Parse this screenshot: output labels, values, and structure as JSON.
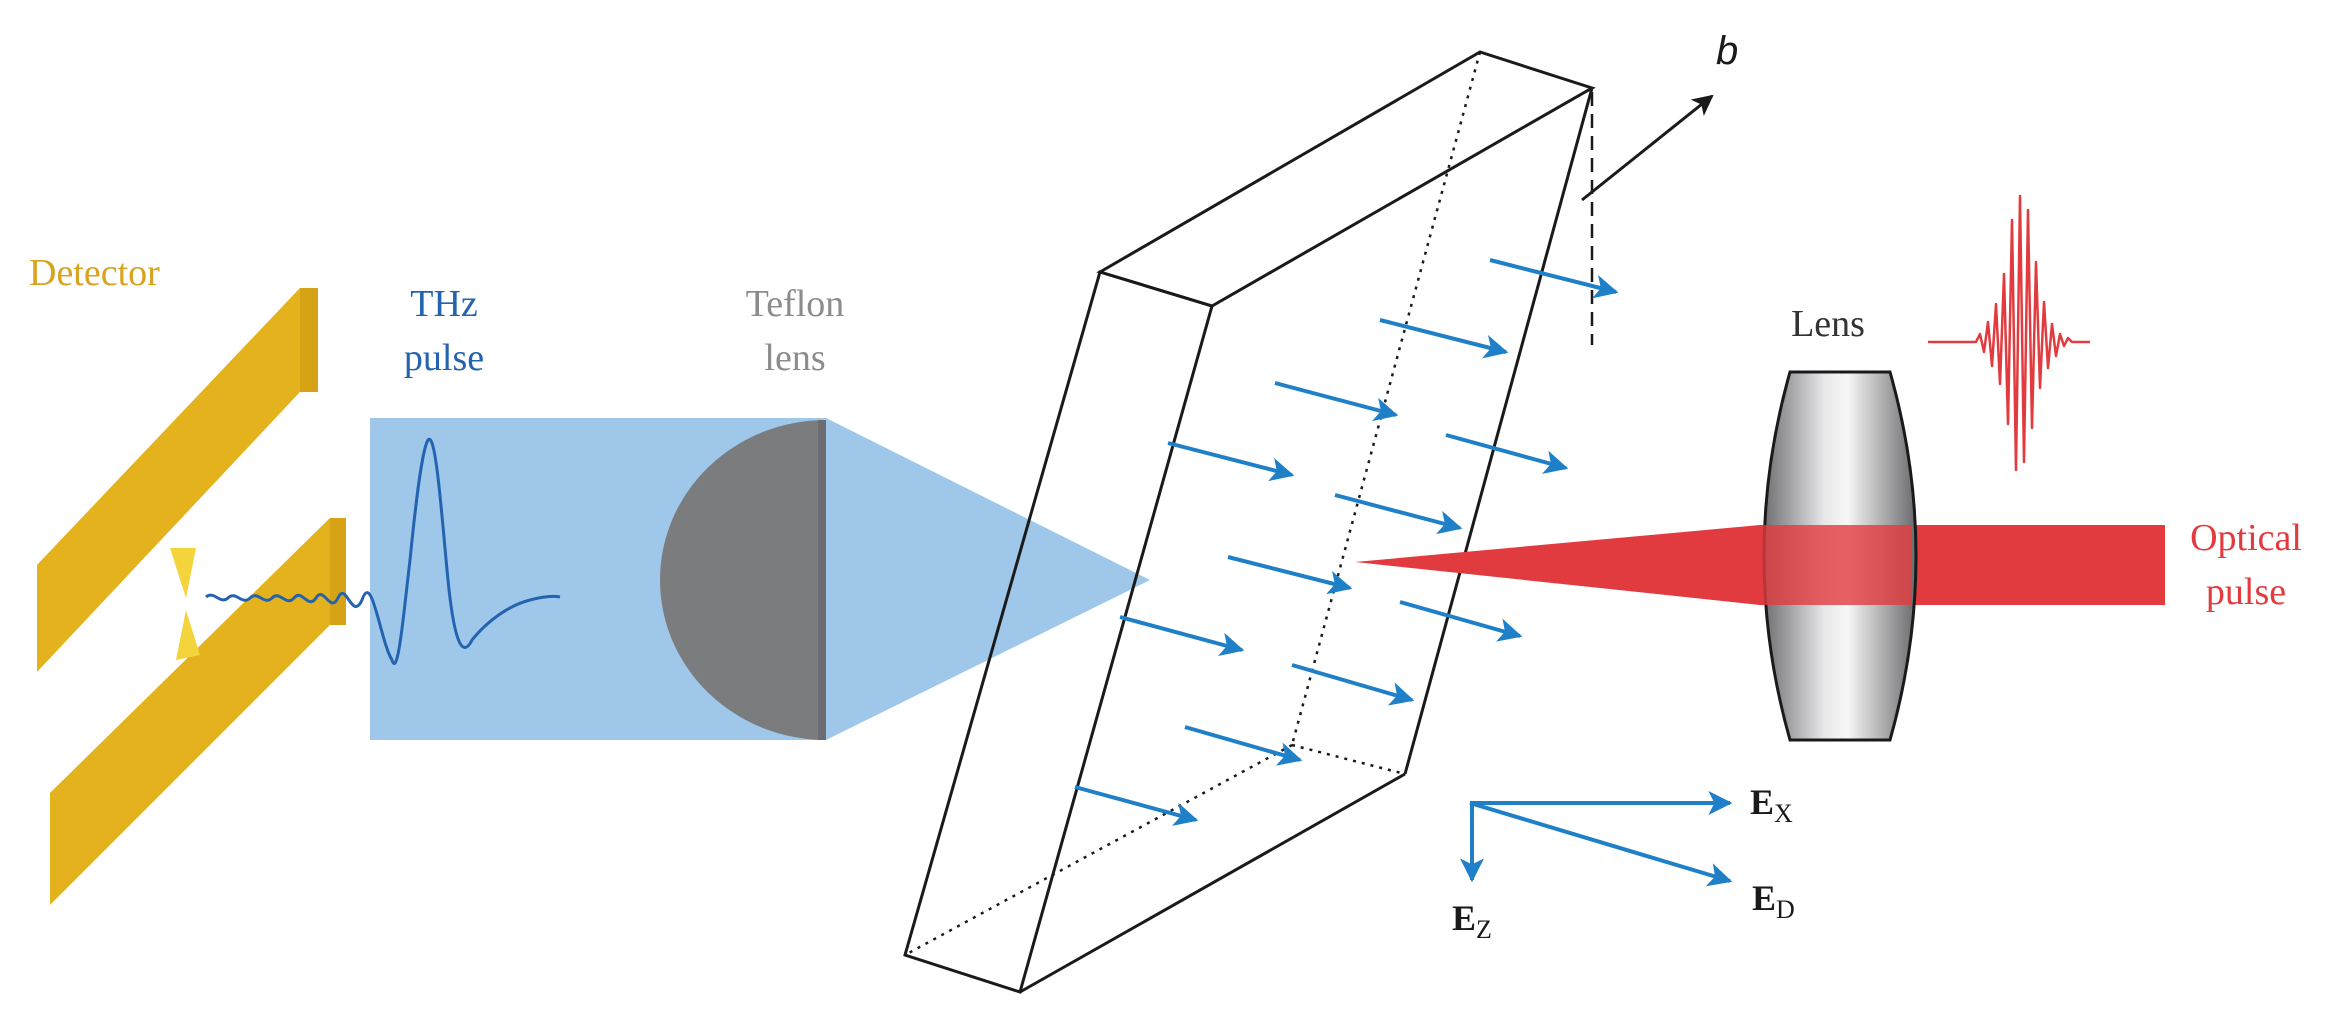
{
  "labels": {
    "detector": "Detector",
    "thz_line1": "THz",
    "thz_line2": "pulse",
    "teflon_line1": "Teflon",
    "teflon_line2": "lens",
    "lens": "Lens",
    "optical_line1": "Optical",
    "optical_line2": "pulse",
    "b_axis": "b",
    "ex_main": "E",
    "ex_sub": "X",
    "ed_main": "E",
    "ed_sub": "D",
    "ez_main": "E",
    "ez_sub": "Z"
  },
  "colors": {
    "detector": "#e3b21c",
    "detector_highlight": "#f6df3a",
    "detector_label": "#d8a31f",
    "thz": "#2463b0",
    "thz_beam": "#9ec7ea",
    "teflon_label": "#8c8c8c",
    "teflon_lens": "#7b7c7e",
    "field_arrow": "#1f80c8",
    "optical": "#e23b3f",
    "crystal_edge": "#1a1a1a",
    "lens_body": "#a8a8aa"
  },
  "icons": {
    "detector": "dipole-antenna-icon",
    "lens": "biconvex-lens-icon",
    "optical_pulse": "wave-packet-icon"
  }
}
